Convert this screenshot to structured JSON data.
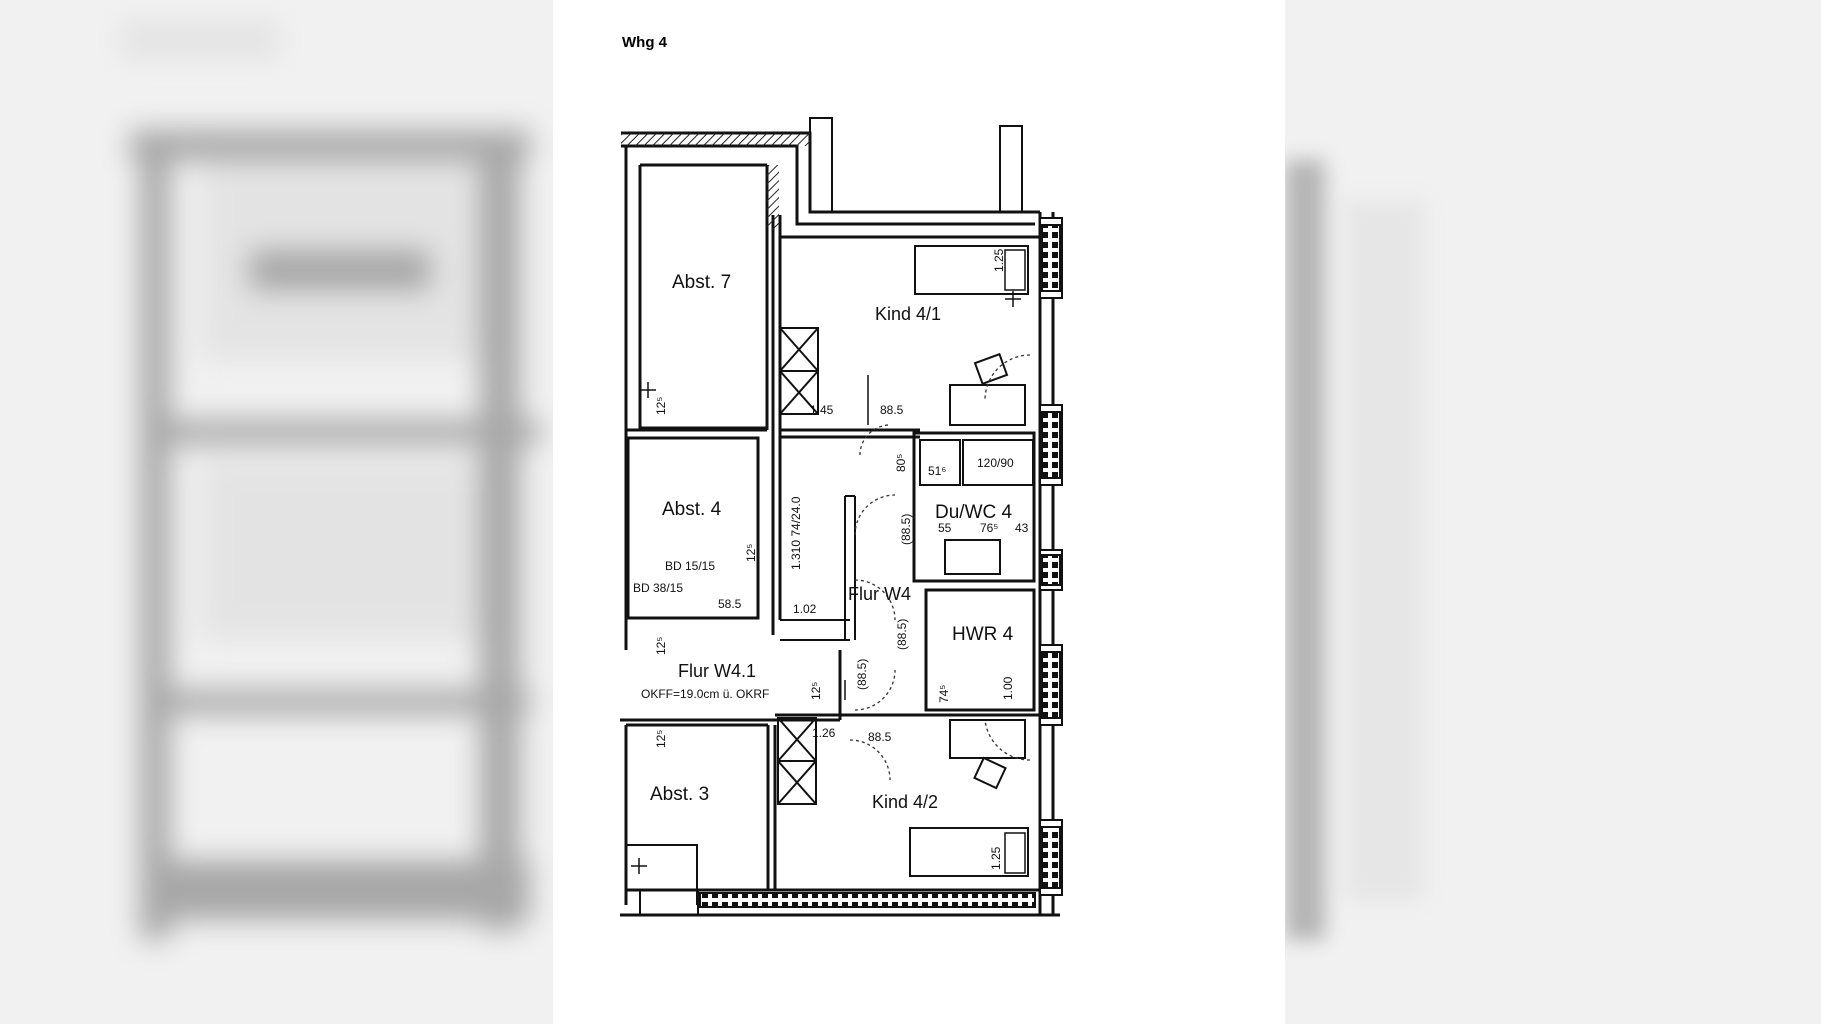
{
  "heading": "Whg 4",
  "rooms": {
    "abst7": "Abst. 7",
    "kind41": "Kind 4/1",
    "abst4": "Abst. 4",
    "duwc": "Du/WC 4",
    "flurw4": "Flur W4",
    "hwr": "HWR 4",
    "flurw41": "Flur W4.1",
    "abst3": "Abst. 3",
    "kind42": "Kind 4/2"
  },
  "annotations": {
    "okff": "OKFF=19.0cm ü. OKRF",
    "bd1515": "BD 15/15",
    "bd3815": "BD 38/15",
    "shower": "120/90",
    "d145": "1.45",
    "d885a": "88.5",
    "d805": "80⁵",
    "d516": "51⁶",
    "d885b": "(88.5)",
    "d55": "55",
    "d765": "76⁵",
    "d43": "43",
    "d125a": "12⁵",
    "d125b": "12⁵",
    "d125c": "12⁵",
    "d125d": "12⁵",
    "d125e": "12⁵",
    "d585": "58.5",
    "d102": "1.02",
    "d885c": "(88.5)",
    "d885d": "(88.5)",
    "d745": "74⁵",
    "d100": "1.00",
    "d126": "1.26",
    "d885e": "88.5",
    "d125f": "1.25",
    "d125g": "1.25",
    "stair": "1.310 74/24.0"
  }
}
